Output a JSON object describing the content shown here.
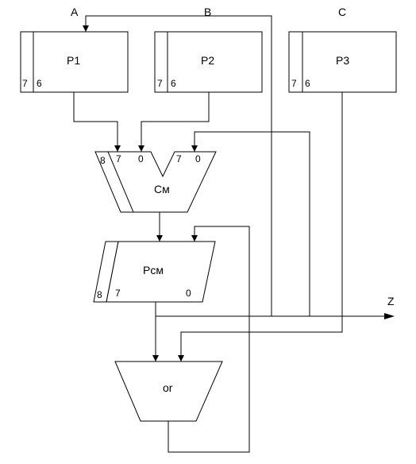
{
  "inputs": {
    "a": "A",
    "b": "B",
    "c": "C"
  },
  "registers": {
    "p1": {
      "label": "P1",
      "bit_high": "7",
      "bit_low": "6"
    },
    "p2": {
      "label": "P2",
      "bit_high": "7",
      "bit_low": "6"
    },
    "p3": {
      "label": "P3",
      "bit_high": "7",
      "bit_low": "6"
    }
  },
  "adder": {
    "label": "См",
    "bit_8": "8",
    "left_bit_7": "7",
    "left_bit_0": "0",
    "right_bit_7": "7",
    "right_bit_0": "0"
  },
  "sum_register": {
    "label": "Рсм",
    "bit_8": "8",
    "bit_7": "7",
    "bit_0": "0"
  },
  "or_gate": {
    "label": "or"
  },
  "output": {
    "label": "Z"
  }
}
